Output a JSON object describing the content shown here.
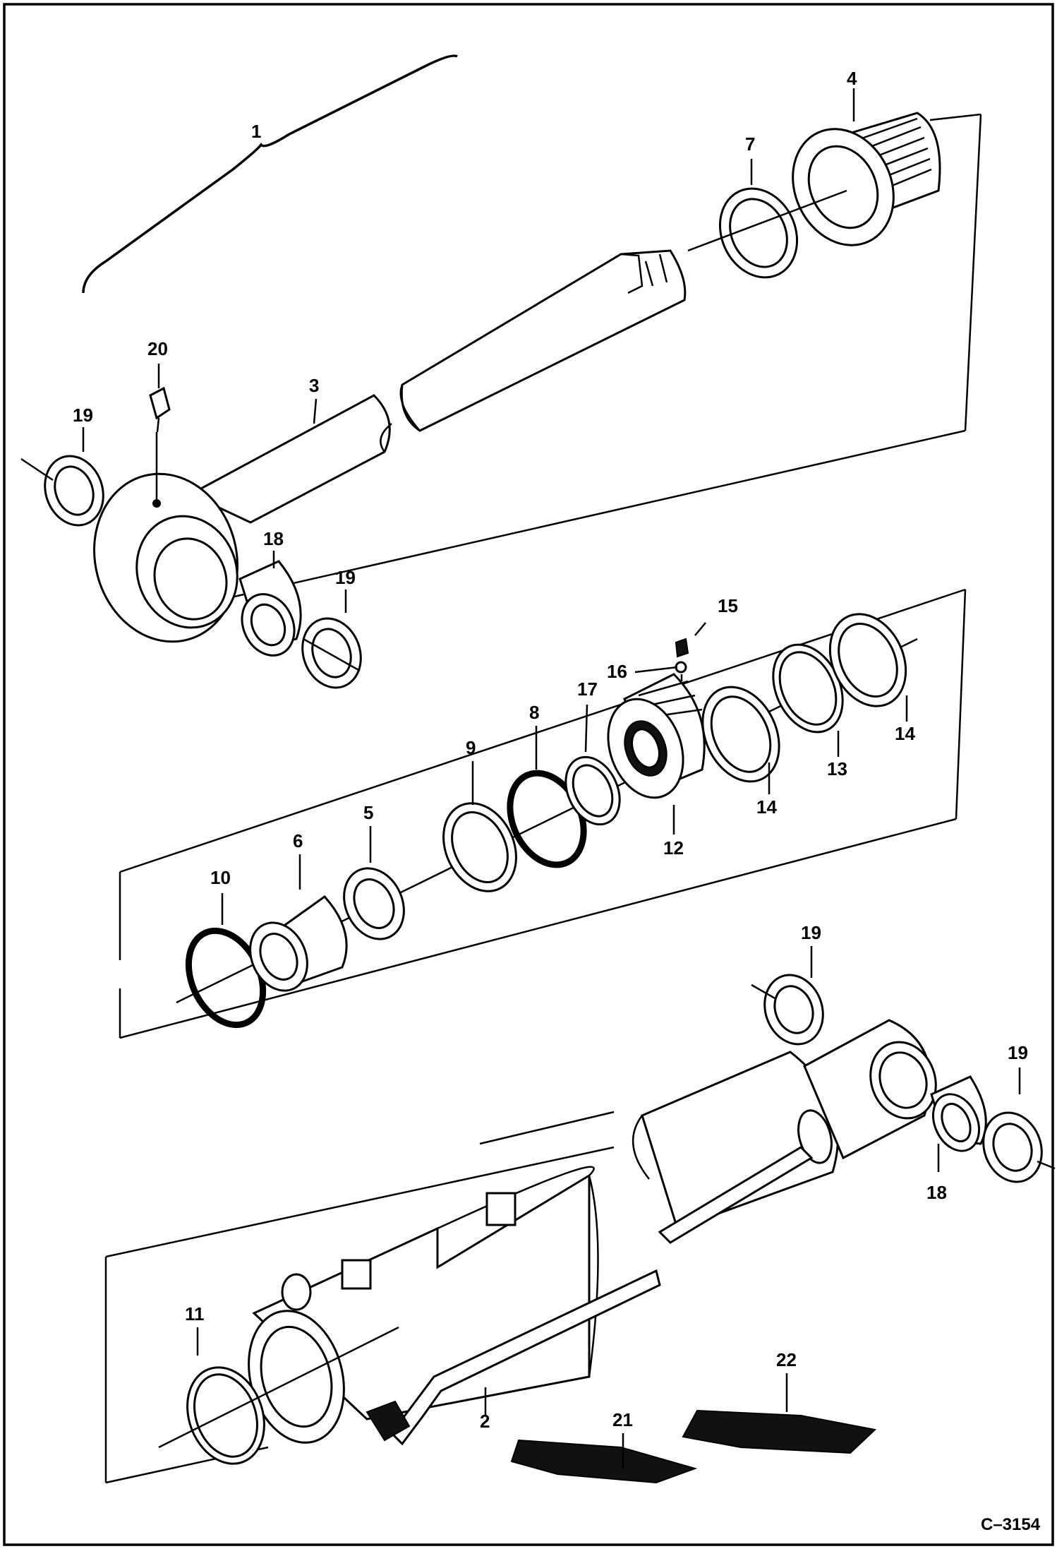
{
  "diagram": {
    "reference_code": "C–3154",
    "callouts": {
      "c1": "1",
      "c2": "2",
      "c3": "3",
      "c4": "4",
      "c5": "5",
      "c6": "6",
      "c7": "7",
      "c8": "8",
      "c9": "9",
      "c10": "10",
      "c11": "11",
      "c12": "12",
      "c13": "13",
      "c14a": "14",
      "c14b": "14",
      "c15": "15",
      "c16": "16",
      "c17": "17",
      "c18a": "18",
      "c18b": "18",
      "c19a": "19",
      "c19b": "19",
      "c19c": "19",
      "c19d": "19",
      "c20": "20",
      "c21": "21",
      "c22": "22"
    }
  }
}
